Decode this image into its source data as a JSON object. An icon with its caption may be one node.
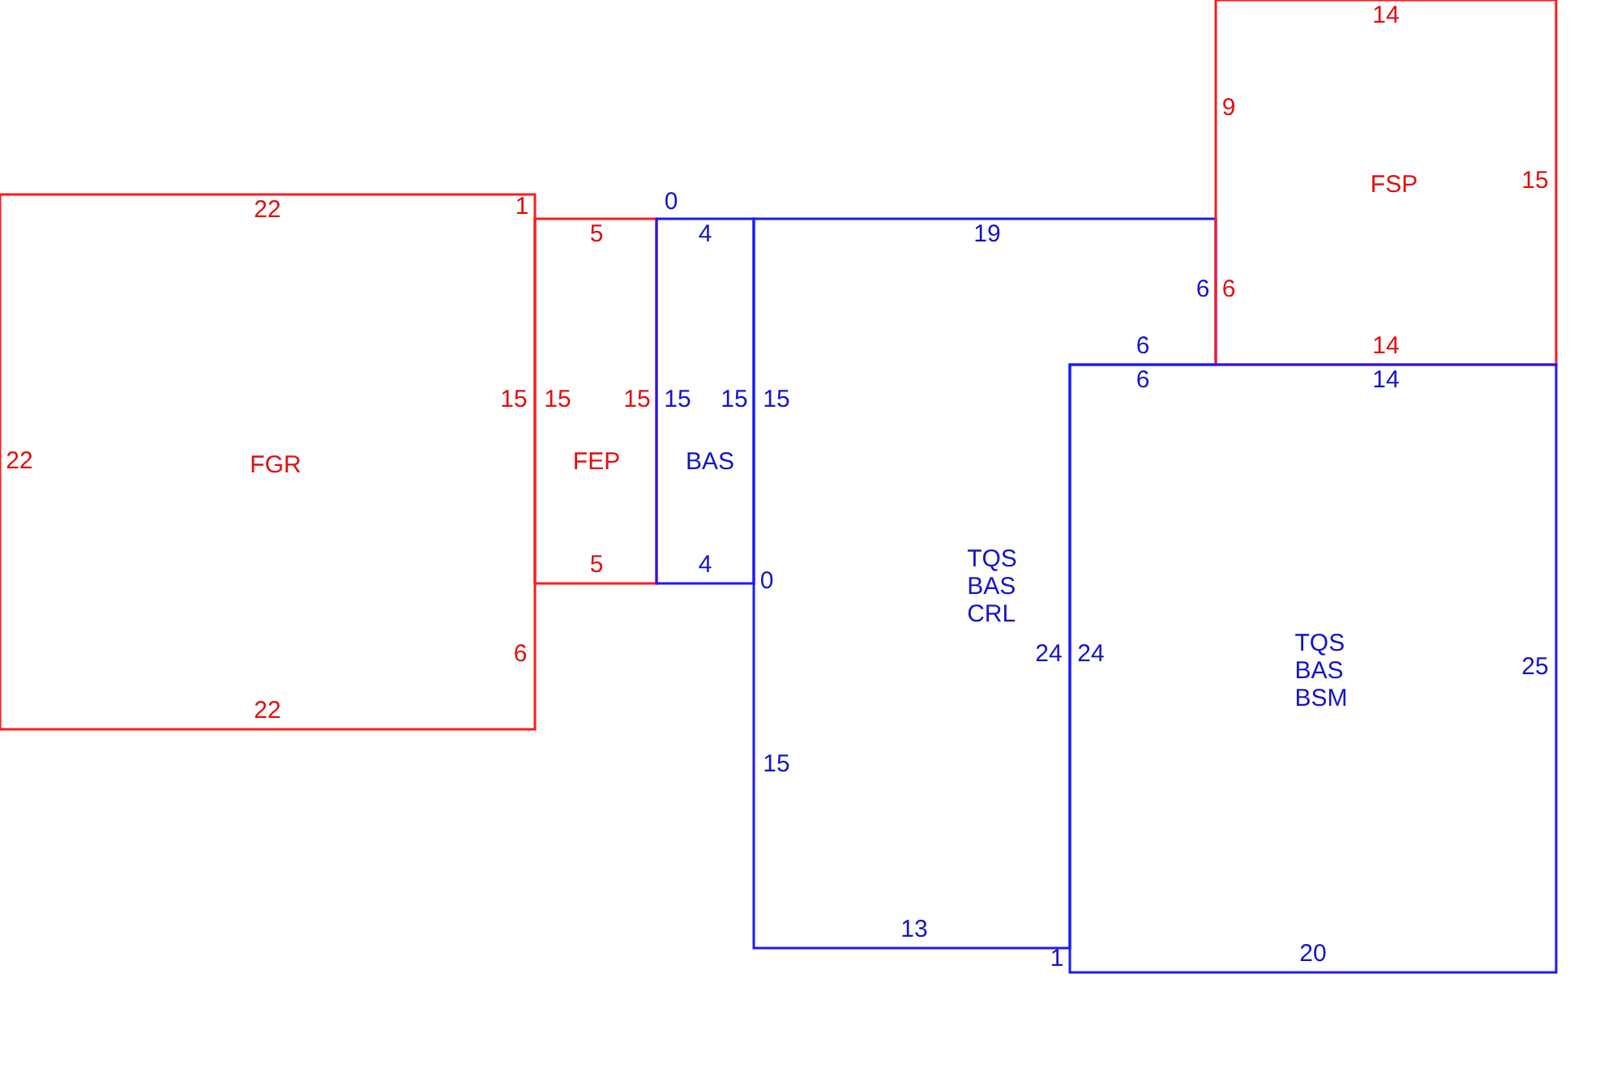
{
  "diagram": {
    "nodes": [
      {
        "text": [
          "FGR"
        ]
      },
      {
        "text": [
          "FEP"
        ]
      },
      {
        "text": [
          "BAS"
        ]
      },
      {
        "text": [
          "TQS BAS CRL"
        ]
      },
      {
        "text": [
          "FSP"
        ]
      },
      {
        "text": [
          "TQS BAS BSM"
        ]
      }
    ],
    "edges": [],
    "labels": [
      "14",
      "9",
      "15",
      "22",
      "1",
      "0",
      "5",
      "4",
      "19",
      "6",
      "6",
      "6",
      "14",
      "6",
      "14",
      "15",
      "15",
      "15",
      "15",
      "15",
      "15",
      "22",
      "5",
      "4",
      "0",
      "6",
      "24",
      "24",
      "25",
      "22",
      "15",
      "13",
      "1",
      "20"
    ]
  }
}
